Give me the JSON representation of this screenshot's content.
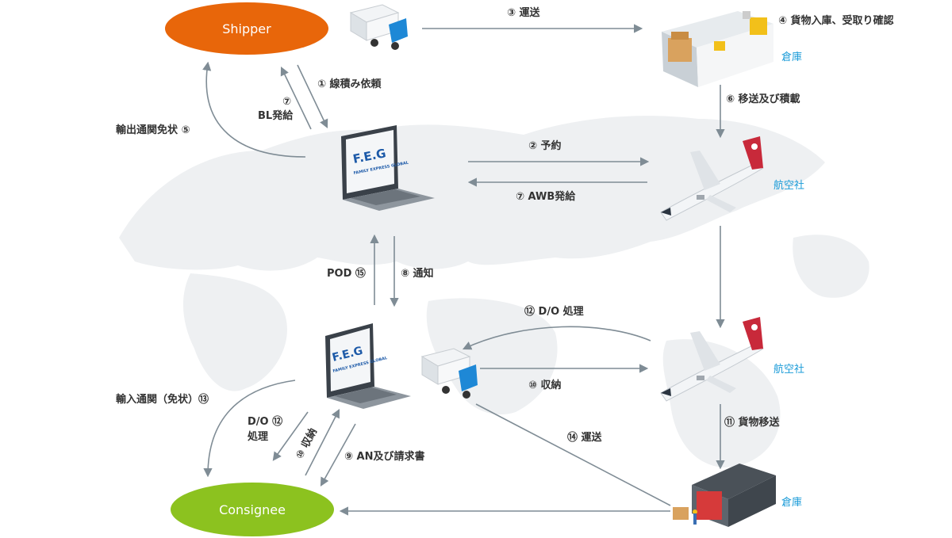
{
  "nodes": {
    "shipper": "Shipper",
    "consignee": "Consignee",
    "warehouse_top": "倉庫",
    "airline_top": "航空社",
    "airline_bottom": "航空社",
    "warehouse_bottom": "倉庫",
    "feg_logo": "F.E.G",
    "feg_tagline": "FAMILY EXPRESS GLOBAL"
  },
  "steps": {
    "s1": "① 線積み依頼",
    "s2": "② 予約",
    "s3": "③ 運送",
    "s4": "④ 貨物入庫、受取り確認",
    "s5": "輸出通関免状 ⑤",
    "s6": "⑥ 移送及び積載",
    "s7_bl_num": "⑦",
    "s7_bl": "BL発給",
    "s7_awb": "⑦ AWB発給",
    "s8": "⑧ 通知",
    "s9": "⑨ AN及び請求書",
    "s10_upper": "⑩ 収納",
    "s10_lower": "⑩ 収納",
    "s11": "⑪ 貨物移送",
    "s12_upper": "⑫ D/O 処理",
    "s12_lower_a": "D/O ⑫",
    "s12_lower_b": "処理",
    "s13": "輸入通関（免状）⑬",
    "s14": "⑭ 運送",
    "s15": "POD ⑮"
  },
  "colors": {
    "shipper": "#e8660a",
    "consignee": "#8cc21f",
    "arrow": "#7f8c95",
    "map": "#eef0f2",
    "place_label": "#1a9bd8",
    "brand_blue": "#1d5aa8"
  }
}
